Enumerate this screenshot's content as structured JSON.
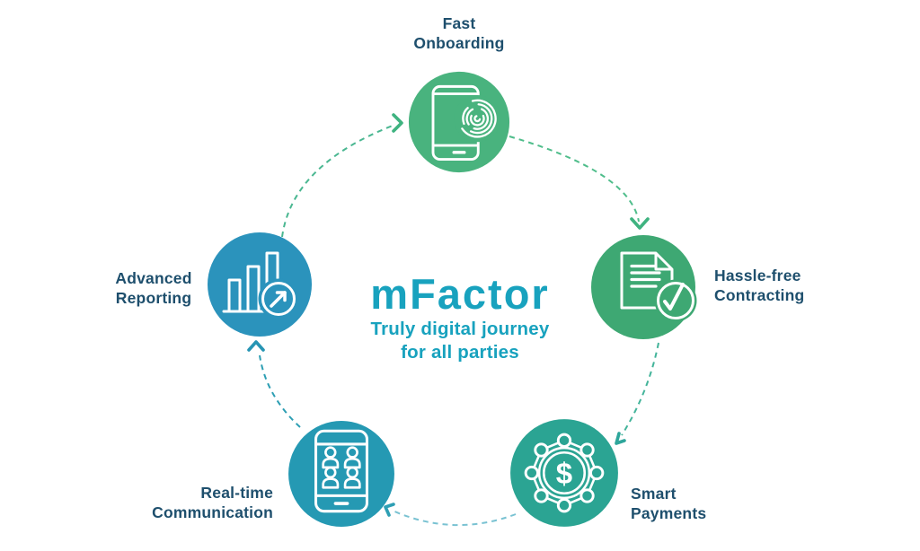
{
  "center": {
    "title": "mFactor",
    "subtitle_line1": "Truly digital journey",
    "subtitle_line2": "for all parties",
    "title_color": "#18A2BE"
  },
  "label_color": "#1E4F6D",
  "background_color": "#FFFFFF",
  "nodes": {
    "fast_onboarding": {
      "line1": "Fast",
      "line2": "Onboarding",
      "color": "#49B37E",
      "icon": "fingerprint-phone-icon"
    },
    "hassle_free_contracting": {
      "line1": "Hassle-free",
      "line2": "Contracting",
      "color": "#3EA873",
      "icon": "document-check-icon"
    },
    "smart_payments": {
      "line1": "Smart",
      "line2": "Payments",
      "color": "#2BA493",
      "icon": "dollar-network-icon",
      "symbol": "$"
    },
    "realtime_communication": {
      "line1": "Real-time",
      "line2": "Communication",
      "color": "#2599B3",
      "icon": "phone-people-icon"
    },
    "advanced_reporting": {
      "line1": "Advanced",
      "line2": "Reporting",
      "color": "#2B93BC",
      "icon": "bar-chart-growth-icon"
    }
  },
  "arcs": [
    {
      "from": "advanced_reporting",
      "to": "fast_onboarding",
      "color": "#4AB791"
    },
    {
      "from": "fast_onboarding",
      "to": "hassle_free_contracting",
      "color": "#4FBD8B"
    },
    {
      "from": "hassle_free_contracting",
      "to": "smart_payments",
      "color": "#43B49A"
    },
    {
      "from": "smart_payments",
      "to": "realtime_communication",
      "color": "#79C2D2"
    },
    {
      "from": "realtime_communication",
      "to": "advanced_reporting",
      "color": "#2C9EB3"
    }
  ],
  "arrows": [
    {
      "at": "fast_onboarding",
      "color": "#3FB380"
    },
    {
      "at": "hassle_free_contracting",
      "color": "#3FB380"
    },
    {
      "at": "smart_payments",
      "color": "#2EA69B"
    },
    {
      "at": "realtime_communication",
      "color": "#2E9FB4"
    },
    {
      "at": "advanced_reporting",
      "color": "#2795B4"
    }
  ]
}
